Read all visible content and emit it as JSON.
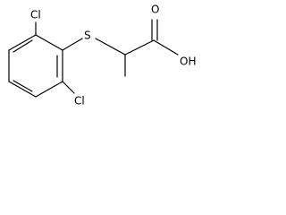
{
  "molecule": {
    "atoms": {
      "cl_top": "Cl",
      "cl_bottom": "Cl",
      "sulfur": "S",
      "oxygen_carbonyl": "O",
      "hydroxyl": "OH"
    }
  }
}
